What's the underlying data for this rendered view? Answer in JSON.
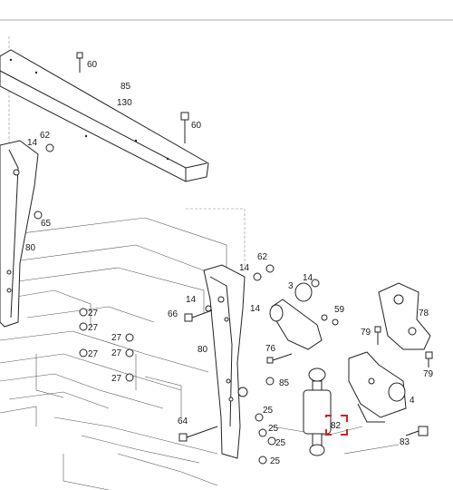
{
  "parts": {
    "p60a": "60",
    "p85": "85",
    "p130": "130",
    "p60b": "60",
    "p14a": "14",
    "p62a": "62",
    "p65": "65",
    "p80a": "80",
    "p27a": "27",
    "p27b": "27",
    "p27c": "27",
    "p27d": "27",
    "p27e": "27",
    "p27f": "27",
    "p62b": "62",
    "p14b": "14",
    "p14c": "14",
    "p3": "3",
    "p14d": "14",
    "p59": "59",
    "p14e": "14",
    "p66": "66",
    "p80b": "80",
    "p76": "76",
    "p85b": "85",
    "p79a": "79",
    "p78": "78",
    "p79b": "79",
    "p4": "4",
    "p25a": "25",
    "p25b": "25",
    "p25c": "25",
    "p64": "64",
    "p82": "82",
    "p83": "83",
    "p25d": "25"
  },
  "highlight_color": "#d42020"
}
